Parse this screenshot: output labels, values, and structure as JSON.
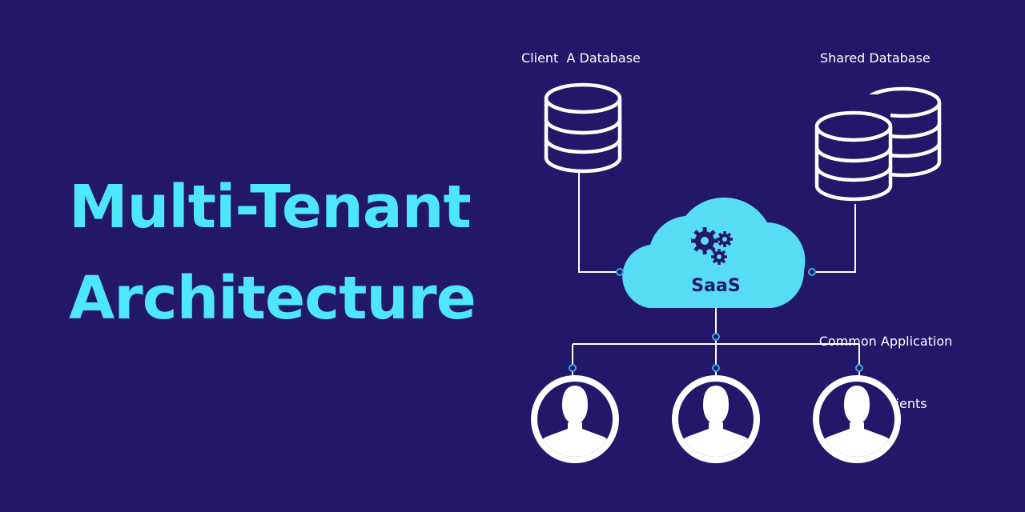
{
  "heading": {
    "line1": "Multi-Tenant",
    "line2": "Architecture"
  },
  "labels": {
    "client_a_db": "Client  A Database",
    "shared_db": "Shared Database",
    "common_line1": "Common Application",
    "common_line2": "for all clients"
  },
  "cloud": {
    "label": "SaaS"
  },
  "tenants": {
    "count": 3
  },
  "colors": {
    "background": "#231769",
    "accent": "#4ee6fb",
    "cloud": "#57dcf5",
    "cloud_text": "#231769",
    "line": "#ffffff",
    "connector": "#3ea7e0"
  }
}
